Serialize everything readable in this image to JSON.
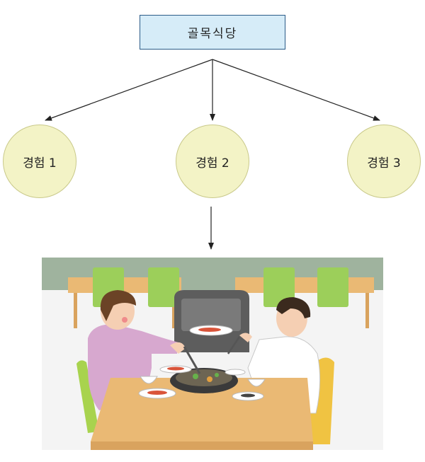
{
  "root": {
    "label": "골목식당"
  },
  "nodes": [
    {
      "label": "경험 1"
    },
    {
      "label": "경험 2"
    },
    {
      "label": "경험 3"
    }
  ],
  "colors": {
    "root_fill": "#d6ecf8",
    "root_border": "#2b5b87",
    "node_fill": "#f3f3c6",
    "node_border": "#c9c98a",
    "arrow": "#222222"
  },
  "illustration": {
    "description_icon": "restaurant-dining-scene"
  }
}
